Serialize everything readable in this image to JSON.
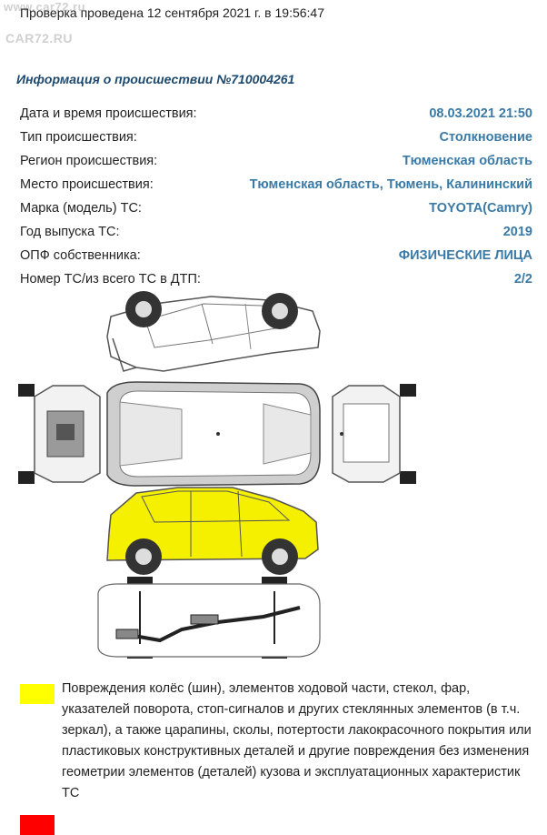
{
  "watermark": {
    "top": "www.car72.ru",
    "logo": "CAR72.RU"
  },
  "report": {
    "check_line": "Проверка проведена 12 сентября 2021 г. в 19:56:47",
    "title": "Информация о происшествии №710004261",
    "rows": [
      {
        "label": "Дата и время происшествия:",
        "value": "08.03.2021 21:50"
      },
      {
        "label": "Тип происшествия:",
        "value": "Столкновение"
      },
      {
        "label": "Регион происшествия:",
        "value": "Тюменская область"
      },
      {
        "label": "Место происшествия:",
        "value": "Тюменская область, Тюмень, Калининский"
      },
      {
        "label": "Марка (модель) ТС:",
        "value": "TOYOTA(Camry)"
      },
      {
        "label": "Год выпуска ТС:",
        "value": "2019"
      },
      {
        "label": "ОПФ собственника:",
        "value": "ФИЗИЧЕСКИЕ ЛИЦА"
      },
      {
        "label": "Номер ТС/из всего ТС в ДТП:",
        "value": "2/2"
      }
    ]
  },
  "diagram": {
    "damaged_side": "right side",
    "damage_color": "#f5ef00",
    "car_outline_color": "#555555",
    "wheel_color": "#333333"
  },
  "legend": {
    "items": [
      {
        "color": "#ffff00",
        "text": "Повреждения колёс (шин), элементов ходовой части, стекол, фар, указателей поворота, стоп-сигналов и других стеклянных элементов (в т.ч. зеркал), а также царапины, сколы, потертости лакокрасочного покрытия или пластиковых конструктивных деталей и другие повреждения без изменения геометрии элементов (деталей) кузова и эксплуатационных характеристик ТС"
      },
      {
        "color": "#ff0000",
        "text": ""
      }
    ]
  }
}
